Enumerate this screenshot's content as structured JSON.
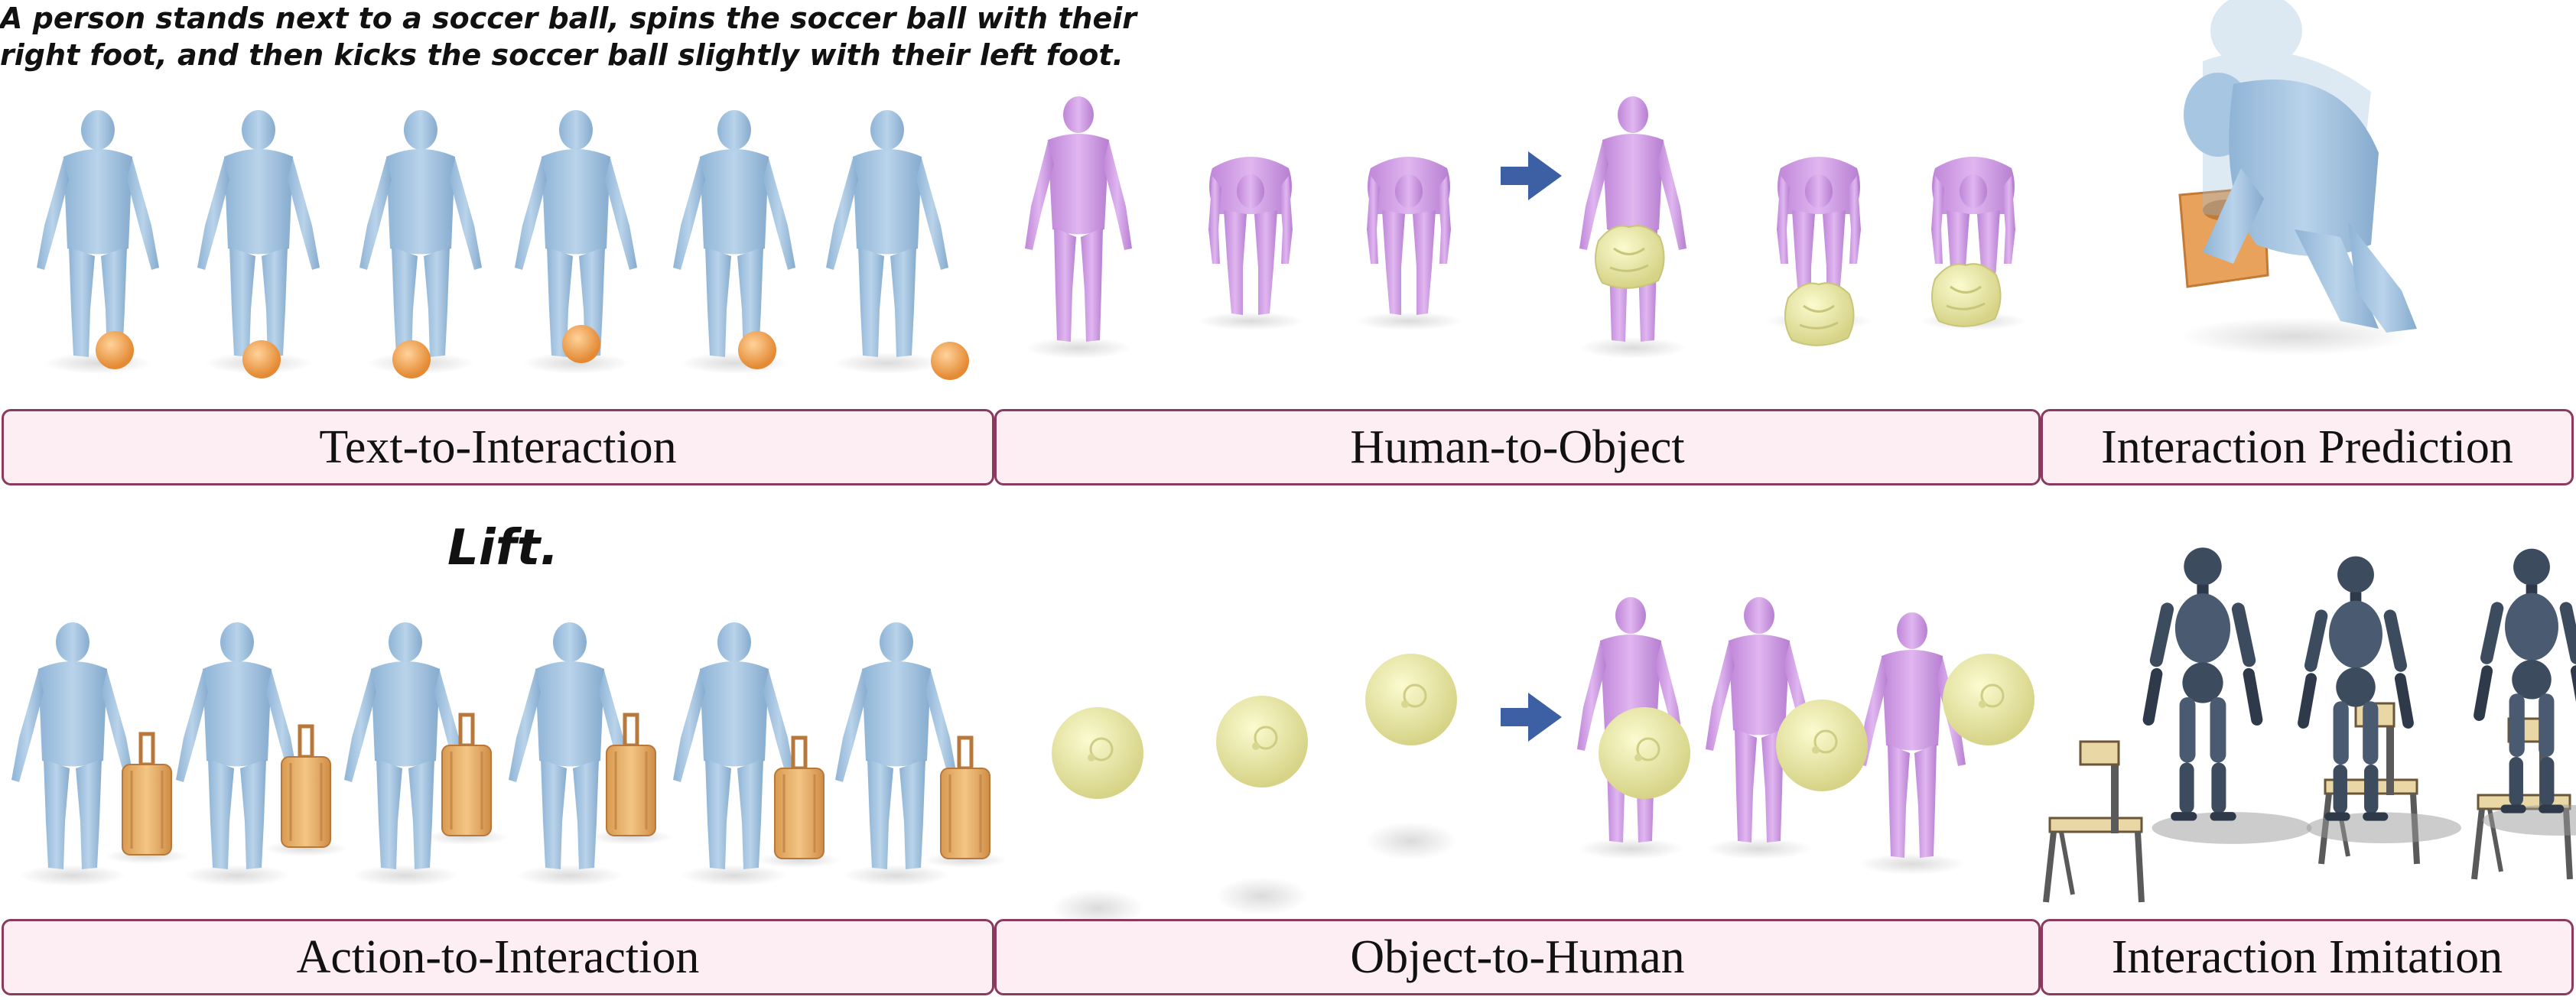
{
  "colors": {
    "human_blue": "#9ec1de",
    "human_purple": "#cf9ae6",
    "human_robot": "#3d4b5e",
    "ball_orange": "#f2a35a",
    "object_yellow": "#e7e6a2",
    "suitcase": "#e6b06c",
    "box": "#e8a25b",
    "chair": "#e9d7a6",
    "arrow": "#3d5fa3",
    "label_bg": "#fdeef4",
    "label_border": "#8a3a5e"
  },
  "prompts": {
    "text_to_interaction_line1": "A person stands next to a soccer ball, spins the soccer ball with their",
    "text_to_interaction_line2": "right foot, and then kicks the soccer ball slightly with their left foot.",
    "action_to_interaction": "Lift."
  },
  "labels": {
    "text_to_interaction": "Text-to-Interaction",
    "human_to_object": "Human-to-Object",
    "interaction_prediction": "Interaction Prediction",
    "action_to_interaction": "Action-to-Interaction",
    "object_to_human": "Object-to-Human",
    "interaction_imitation": "Interaction Imitation"
  },
  "icons": {
    "arrow": "right-arrow-icon"
  }
}
